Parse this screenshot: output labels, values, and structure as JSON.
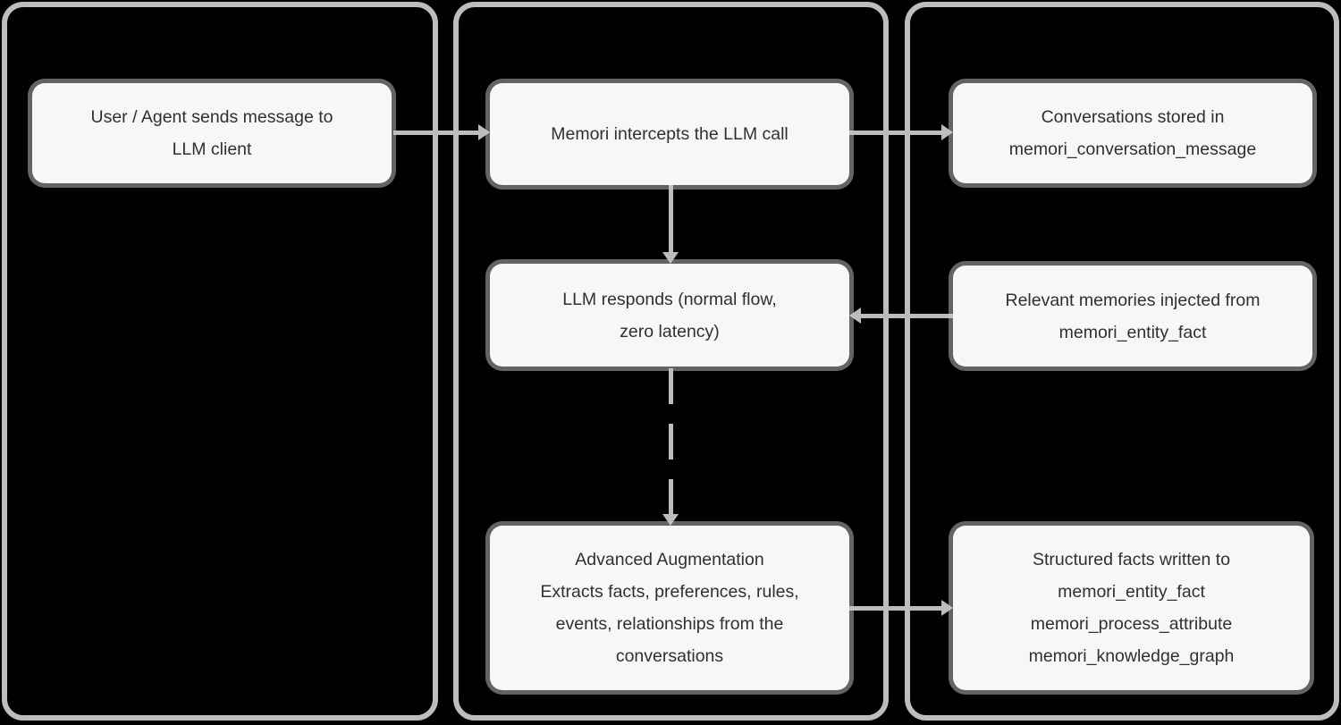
{
  "diagram": {
    "type": "flowchart",
    "colors": {
      "background": "#000000",
      "lane_border": "#bdbdbd",
      "node_fill": "#f7f7f7",
      "node_ring": "#c6c6c6",
      "arrow": "#bcbcbc",
      "text": "#303030"
    },
    "nodes": {
      "user_message": {
        "lines": [
          "User / Agent sends message to",
          "LLM client"
        ]
      },
      "memori_intercepts": {
        "lines": [
          "Memori intercepts the LLM call"
        ]
      },
      "llm_responds": {
        "lines": [
          "LLM responds (normal flow,",
          "zero latency)"
        ]
      },
      "advanced_augmentation": {
        "lines": [
          "Advanced Augmentation",
          "Extracts facts, preferences, rules,",
          "events, relationships from the",
          "conversations"
        ]
      },
      "conversations_stored": {
        "lines": [
          "Conversations stored in",
          "memori_conversation_message"
        ]
      },
      "memories_injected": {
        "lines": [
          "Relevant memories injected from",
          "memori_entity_fact"
        ]
      },
      "facts_written": {
        "lines": [
          "Structured facts written to",
          "memori_entity_fact",
          "memori_process_attribute",
          "memori_knowledge_graph"
        ]
      }
    },
    "edges": [
      {
        "from": "user_message",
        "to": "memori_intercepts",
        "style": "solid",
        "direction": "right"
      },
      {
        "from": "memori_intercepts",
        "to": "conversations_stored",
        "style": "solid",
        "direction": "right"
      },
      {
        "from": "memori_intercepts",
        "to": "llm_responds",
        "style": "solid",
        "direction": "down"
      },
      {
        "from": "memories_injected",
        "to": "llm_responds",
        "style": "solid",
        "direction": "left"
      },
      {
        "from": "llm_responds",
        "to": "advanced_augmentation",
        "style": "dashed",
        "direction": "down"
      },
      {
        "from": "advanced_augmentation",
        "to": "facts_written",
        "style": "solid",
        "direction": "right"
      }
    ]
  }
}
